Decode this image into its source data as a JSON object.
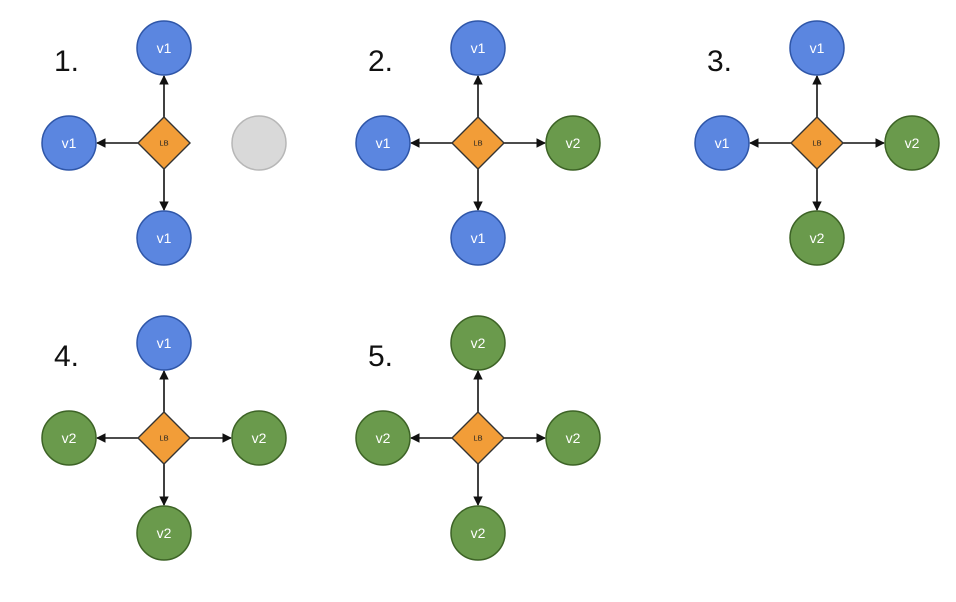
{
  "colors": {
    "v1_fill": "#5b86e0",
    "v1_stroke": "#2f56a8",
    "v2_fill": "#6a9a4c",
    "v2_stroke": "#3d6326",
    "empty_fill": "#d9d9d9",
    "empty_stroke": "#b7b7b7",
    "lb_fill": "#f29d38",
    "lb_stroke": "#333333",
    "arrow": "#111111"
  },
  "load_balancer_label": "LB",
  "steps": [
    {
      "label": "1.",
      "nodes": {
        "top": "v1",
        "left": "v1",
        "bottom": "v1",
        "right": ""
      }
    },
    {
      "label": "2.",
      "nodes": {
        "top": "v1",
        "left": "v1",
        "bottom": "v1",
        "right": "v2"
      }
    },
    {
      "label": "3.",
      "nodes": {
        "top": "v1",
        "left": "v1",
        "bottom": "v2",
        "right": "v2"
      }
    },
    {
      "label": "4.",
      "nodes": {
        "top": "v1",
        "left": "v2",
        "bottom": "v2",
        "right": "v2"
      }
    },
    {
      "label": "5.",
      "nodes": {
        "top": "v2",
        "left": "v2",
        "bottom": "v2",
        "right": "v2"
      }
    }
  ]
}
